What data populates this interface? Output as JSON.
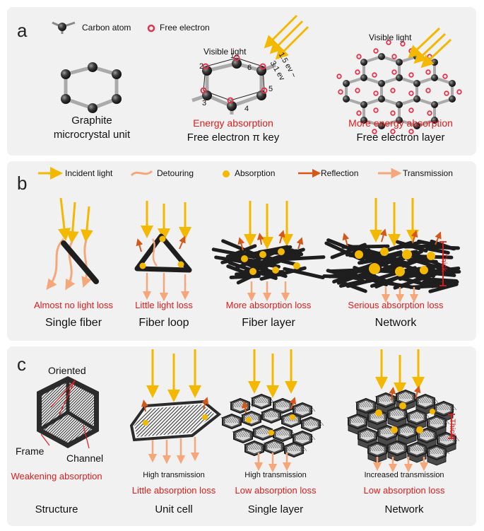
{
  "panel_a": {
    "label": "a",
    "legend": {
      "carbon_atom": "Carbon atom",
      "free_electron": "Free electron"
    },
    "col1": {
      "title_line1": "Graphite",
      "title_line2": "microcrystal unit"
    },
    "col2": {
      "visible_light": "Visible light",
      "energy_range_1": "1.5 ev ~",
      "energy_range_2": "3.1 ev",
      "caption_red": "Energy absorption",
      "caption": "Free electron π key",
      "atom_numbers": [
        "1",
        "2",
        "3",
        "4",
        "5",
        "6"
      ]
    },
    "col3": {
      "visible_light": "Visible light",
      "caption_red": "More energy absorption",
      "caption": "Free electron layer"
    }
  },
  "panel_b": {
    "label": "b",
    "legend": {
      "incident": "Incident light",
      "detouring": "Detouring",
      "absorption": "Absorption",
      "reflection": "Reflection",
      "transmission": "Transmission"
    },
    "items": [
      {
        "red": "Almost no light loss",
        "name": "Single fiber"
      },
      {
        "red": "Little light loss",
        "name": "Fiber loop"
      },
      {
        "red": "More absorption loss",
        "name": "Fiber layer"
      },
      {
        "red": "Serious absorption loss",
        "name": "Network"
      }
    ],
    "thick": "Thick"
  },
  "panel_c": {
    "label": "c",
    "structure": {
      "oriented": "Oriented",
      "frame": "Frame",
      "channel": "Channel",
      "red": "Weakening absorption",
      "name": "Structure"
    },
    "items": [
      {
        "note": "High transmission",
        "red": "Little absorption loss",
        "name": "Unit cell"
      },
      {
        "note": "High transmission",
        "red": "Low absorption loss",
        "name": "Single layer"
      },
      {
        "note": "Increased transmission",
        "red": "Low absorption loss",
        "name": "Network"
      }
    ],
    "thick": "Thick"
  },
  "colors": {
    "panel_bg": "#f1f1f1",
    "red_text": "#e21b1b",
    "incident_arrow": "#f5b800",
    "absorption_dot": "#f5b800",
    "reflection_arrow": "#d4581a",
    "transmission_arrow": "#f6a77a",
    "carbon": "#333333",
    "electron": "#e5334a"
  }
}
